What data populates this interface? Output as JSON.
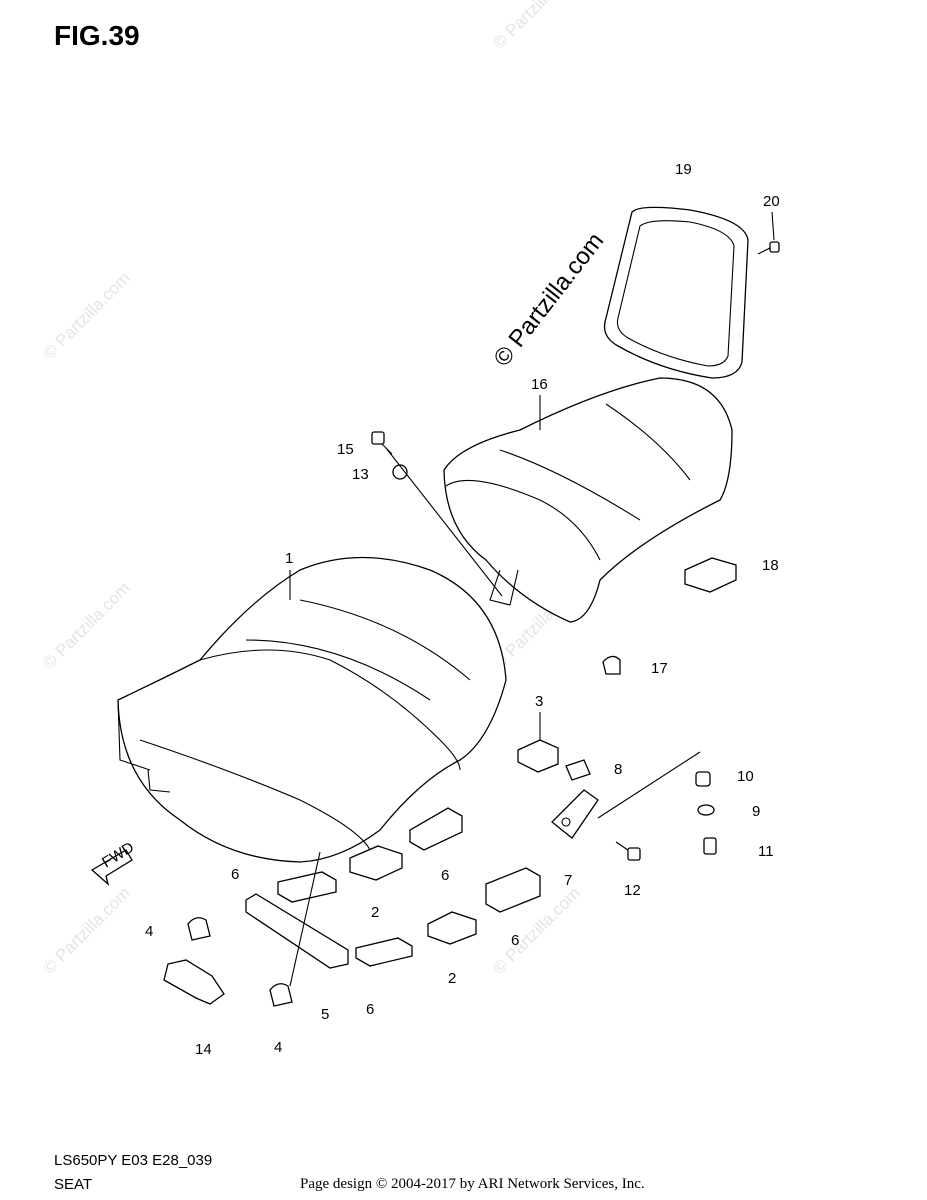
{
  "figure_title": "FIG.39",
  "model_code": "LS650PY E03 E28_039",
  "diagram_name": "SEAT",
  "footer": "Page design © 2004-2017 by ARI Network Services, Inc.",
  "watermark": "© Partzilla.com",
  "fwd_label": "FWD",
  "callouts": {
    "c1": "1",
    "c2a": "2",
    "c2b": "2",
    "c3": "3",
    "c4a": "4",
    "c4b": "4",
    "c5": "5",
    "c6a": "6",
    "c6b": "6",
    "c6c": "6",
    "c6d": "6",
    "c7": "7",
    "c8": "8",
    "c9": "9",
    "c10": "10",
    "c11": "11",
    "c12": "12",
    "c13": "13",
    "c14": "14",
    "c15": "15",
    "c16": "16",
    "c17": "17",
    "c18": "18",
    "c19": "19",
    "c20": "20"
  }
}
